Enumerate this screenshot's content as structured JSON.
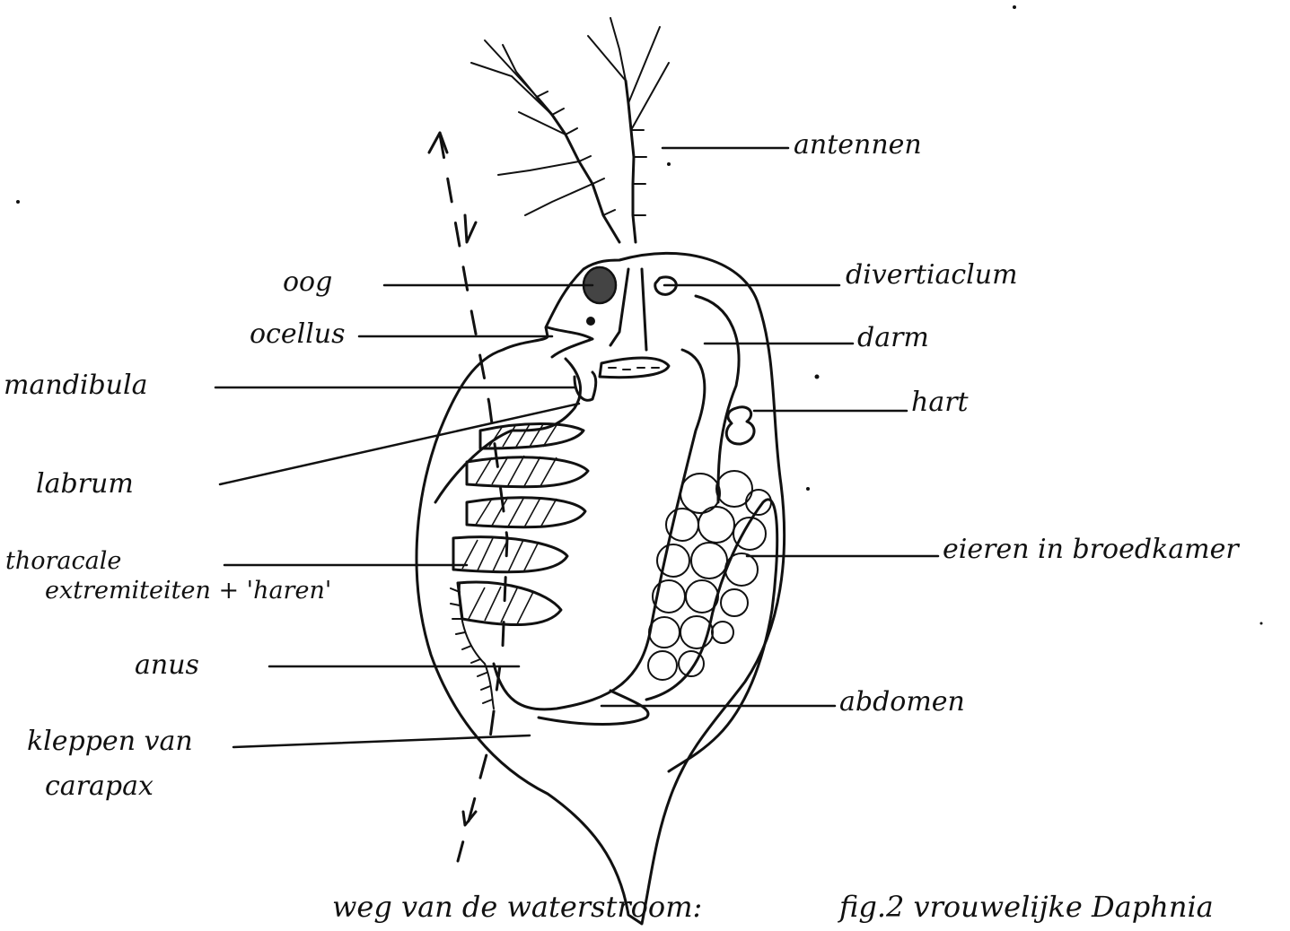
{
  "labels": {
    "antennen": "antennen",
    "divertiaclum": "divertiaclum",
    "darm": "darm",
    "hart": "hart",
    "eieren": "eieren in broedkamer",
    "abdomen": "abdomen",
    "oog": "oog",
    "ocellus": "ocellus",
    "mandibula": "mandibula",
    "labrum": "labrum",
    "thoracale_1": "thoracale",
    "thoracale_2": "extremiteiten + 'haren'",
    "anus": "anus",
    "kleppen_1": "kleppen van",
    "kleppen_2": "carapax"
  },
  "caption": {
    "water_path": "weg van de waterstroom:",
    "figure": "fig.2  vrouwelijke Daphnia"
  },
  "icons": [
    "dashed-arrow-icon"
  ]
}
